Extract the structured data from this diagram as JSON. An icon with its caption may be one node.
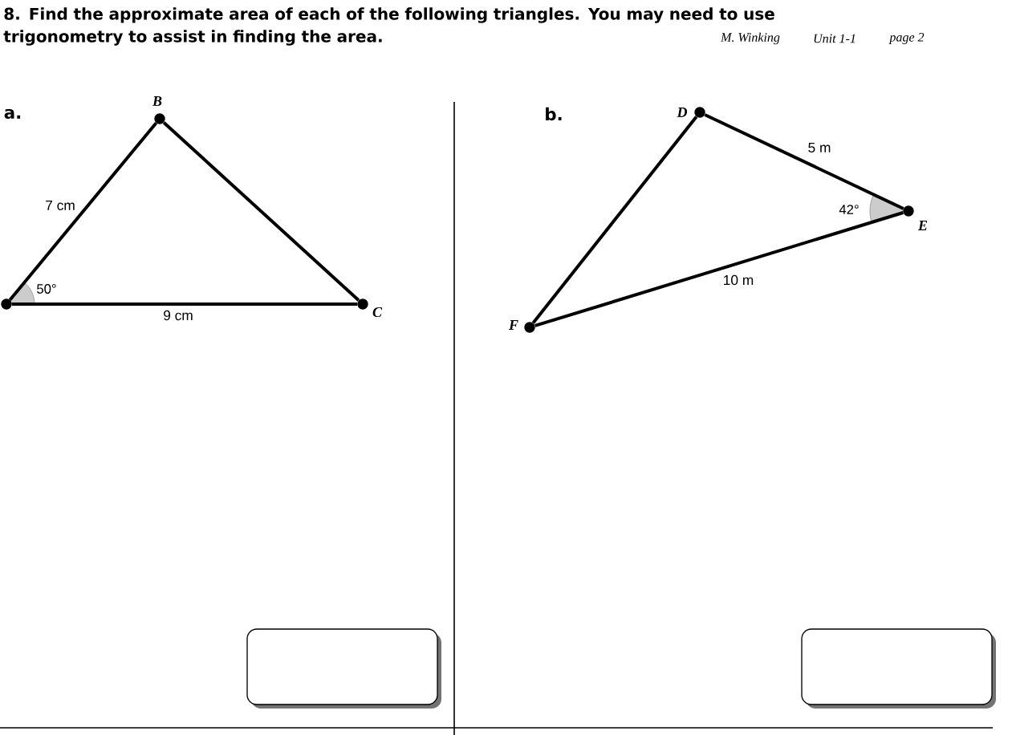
{
  "diagram": {
    "title": "8. Find the approximate area of each of the following triangles. You may need to use trigonometry to assist in finding the area.",
    "nodes": [
      {
        "text": [],
        "shape": "circle"
      },
      {
        "text": [
          "B"
        ]
      },
      {
        "text": [
          "C"
        ]
      },
      {
        "text": [
          "D"
        ]
      },
      {
        "text": [
          "E"
        ]
      },
      {
        "text": [
          "F"
        ]
      },
      {
        "text": [],
        "shape": "box"
      },
      {
        "text": [],
        "shape": "box"
      }
    ],
    "edges": [
      {
        "from": 0,
        "to": 1,
        "arrow": "none",
        "label": "7 cm"
      },
      {
        "from": 1,
        "to": 2,
        "arrow": "none"
      },
      {
        "from": 0,
        "to": 2,
        "arrow": "none",
        "label": "9 cm"
      },
      {
        "from": 3,
        "to": 4,
        "arrow": "none",
        "label": "5 m"
      },
      {
        "from": 4,
        "to": 5,
        "arrow": "none",
        "label": "10 m"
      },
      {
        "from": 5,
        "to": 3,
        "arrow": "none"
      }
    ],
    "labels": [
      "M. Winking",
      "Unit 1-1",
      "page 2",
      "a.",
      "50°",
      "b.",
      "42°"
    ]
  }
}
